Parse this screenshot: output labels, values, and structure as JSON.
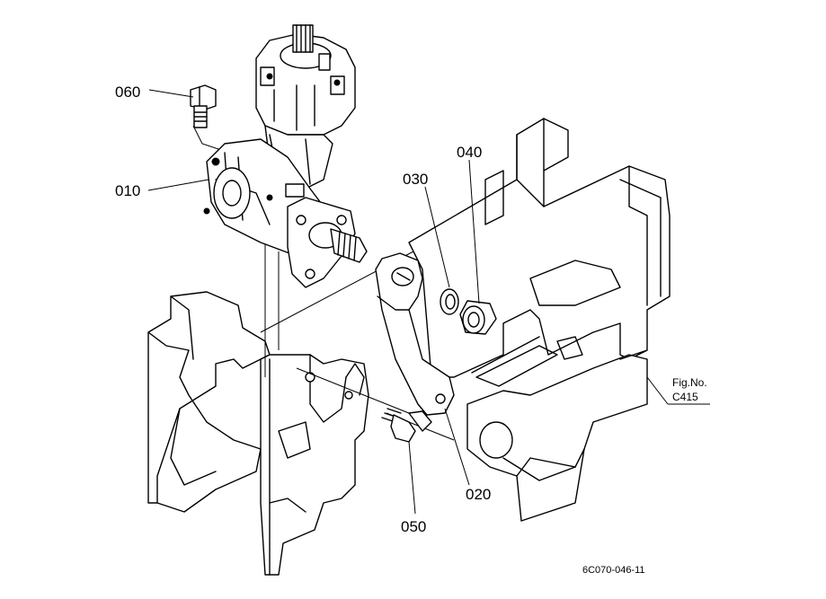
{
  "callouts": [
    {
      "id": "060",
      "label": "060"
    },
    {
      "id": "010",
      "label": "010"
    },
    {
      "id": "030",
      "label": "030"
    },
    {
      "id": "040",
      "label": "040"
    },
    {
      "id": "020",
      "label": "020"
    },
    {
      "id": "050",
      "label": "050"
    }
  ],
  "figure_ref": {
    "line1": "Fig.No.",
    "line2": "C415"
  },
  "drawing_code": "6C070-046-11"
}
